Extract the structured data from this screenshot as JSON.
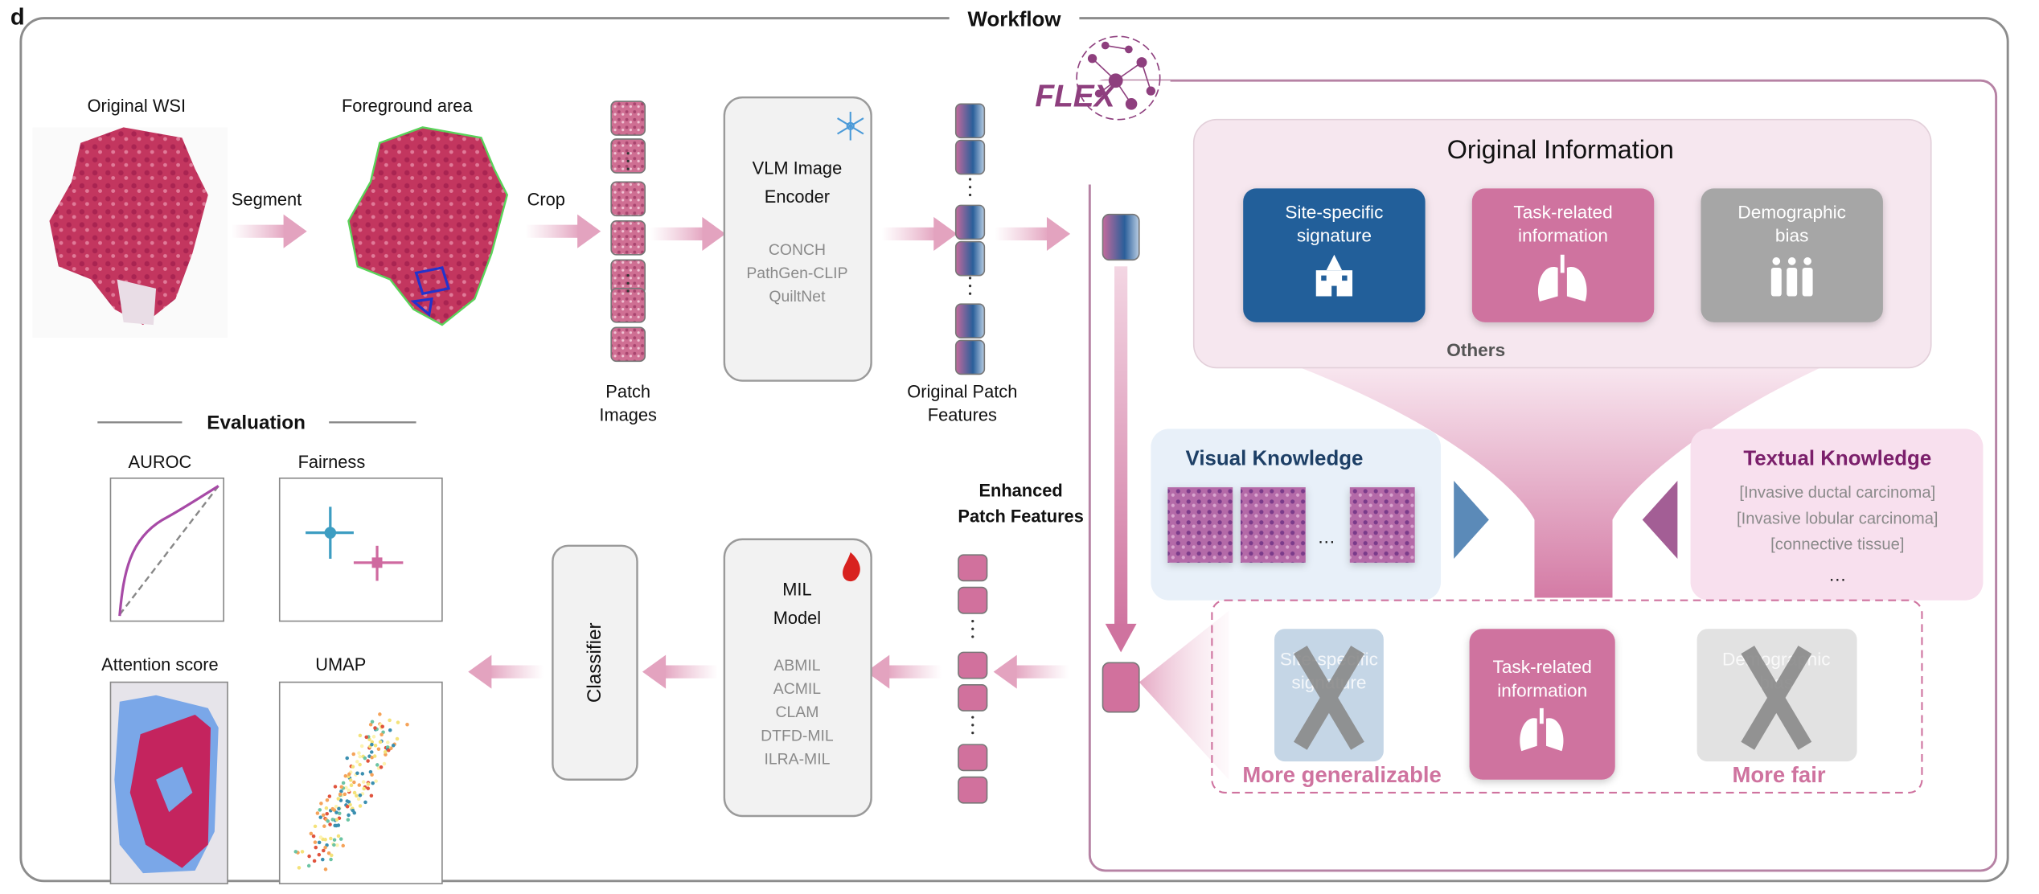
{
  "figure_label": "d",
  "title": "Workflow",
  "pipeline": {
    "original_wsi": "Original WSI",
    "segment": "Segment",
    "foreground": "Foreground area",
    "crop": "Crop",
    "patch_images": [
      "Patch",
      "Images"
    ],
    "encoder": {
      "title": [
        "VLM Image",
        "Encoder"
      ],
      "models": [
        "CONCH",
        "PathGen-CLIP",
        "QuiltNet"
      ],
      "icon": "snowflake-icon"
    },
    "original_features": [
      "Original Patch",
      "Features"
    ],
    "enhanced_features": [
      "Enhanced",
      "Patch Features"
    ],
    "mil": {
      "title": [
        "MIL",
        "Model"
      ],
      "models": [
        "ABMIL",
        "ACMIL",
        "CLAM",
        "DTFD-MIL",
        "ILRA-MIL"
      ],
      "icon": "fire-icon"
    },
    "classifier": "Classifier"
  },
  "flex": {
    "logo": "FLEX",
    "original_info": {
      "title": "Original Information",
      "items": [
        {
          "label": [
            "Site-specific",
            "signature"
          ],
          "icon": "hospital-icon",
          "color": "#235f9a"
        },
        {
          "label": [
            "Task-related",
            "information"
          ],
          "icon": "lungs-icon",
          "color": "#cf739f"
        },
        {
          "label": [
            "Demographic",
            "bias"
          ],
          "icon": "people-icon",
          "color": "#a6a6a6"
        }
      ],
      "others": "Others"
    },
    "visual": {
      "title": "Visual Knowledge",
      "ellipsis": "…"
    },
    "textual": {
      "title": "Textual Knowledge",
      "lines": [
        "[Invasive ductal carcinoma]",
        "[Invasive lobular carcinoma]",
        "[connective tissue]"
      ],
      "ellipsis": "…"
    },
    "outcome": {
      "items": [
        {
          "label": [
            "Site-specific",
            "signature"
          ],
          "removed": true
        },
        {
          "label": [
            "Task-related",
            "information"
          ],
          "removed": false
        },
        {
          "label": [
            "Demographic",
            "bias"
          ],
          "removed": true
        }
      ],
      "generalizable": "More generalizable",
      "fair": "More fair"
    }
  },
  "evaluation": {
    "title": "Evaluation",
    "panels": [
      "AUROC",
      "Fairness",
      "Attention score",
      "UMAP"
    ]
  },
  "colors": {
    "pink": "#cf739f",
    "blue": "#235f9a",
    "gray": "#a6a6a6",
    "flex_purple": "#8e3f7e",
    "visual_title": "#1d3f66",
    "textual_title": "#7b1f6b"
  }
}
